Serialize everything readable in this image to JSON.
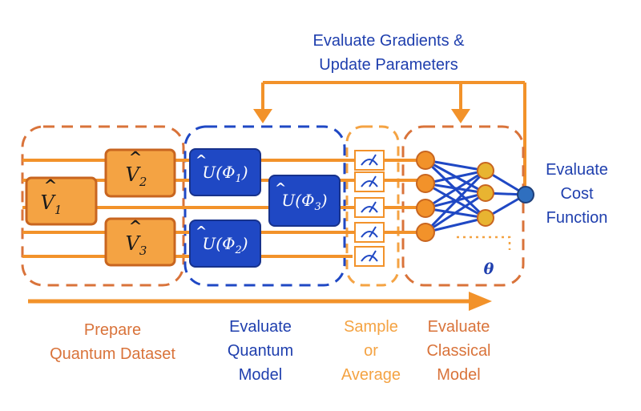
{
  "top_label": "Evaluate Gradients &\nUpdate Parameters",
  "cost_label": "Evaluate\nCost\nFunction",
  "stage_labels": {
    "prepare": "Prepare\nQuantum Dataset",
    "quantum": "Evaluate\nQuantum\nModel",
    "sample": "Sample\nor\nAverage",
    "classical": "Evaluate\nClassical\nModel"
  },
  "gates": {
    "v1": {
      "sym": "V",
      "sub": "1"
    },
    "v2": {
      "sym": "V",
      "sub": "2"
    },
    "v3": {
      "sym": "V",
      "sub": "3"
    },
    "u1": {
      "sym": "U(Φ",
      "sub": "1",
      "close": ")"
    },
    "u2": {
      "sym": "U(Φ",
      "sub": "2",
      "close": ")"
    },
    "u3": {
      "sym": "U(Φ",
      "sub": "3",
      "close": ")"
    }
  },
  "theta_label": "θ",
  "colors": {
    "orange": "#f2922a",
    "dark_orange": "#d9733a",
    "blue": "#1f3fae",
    "gate_blue": "#1f48c4",
    "gate_orange": "#f4a343",
    "node_yellow": "#e8b431",
    "output_blue": "#2f6fbf"
  }
}
